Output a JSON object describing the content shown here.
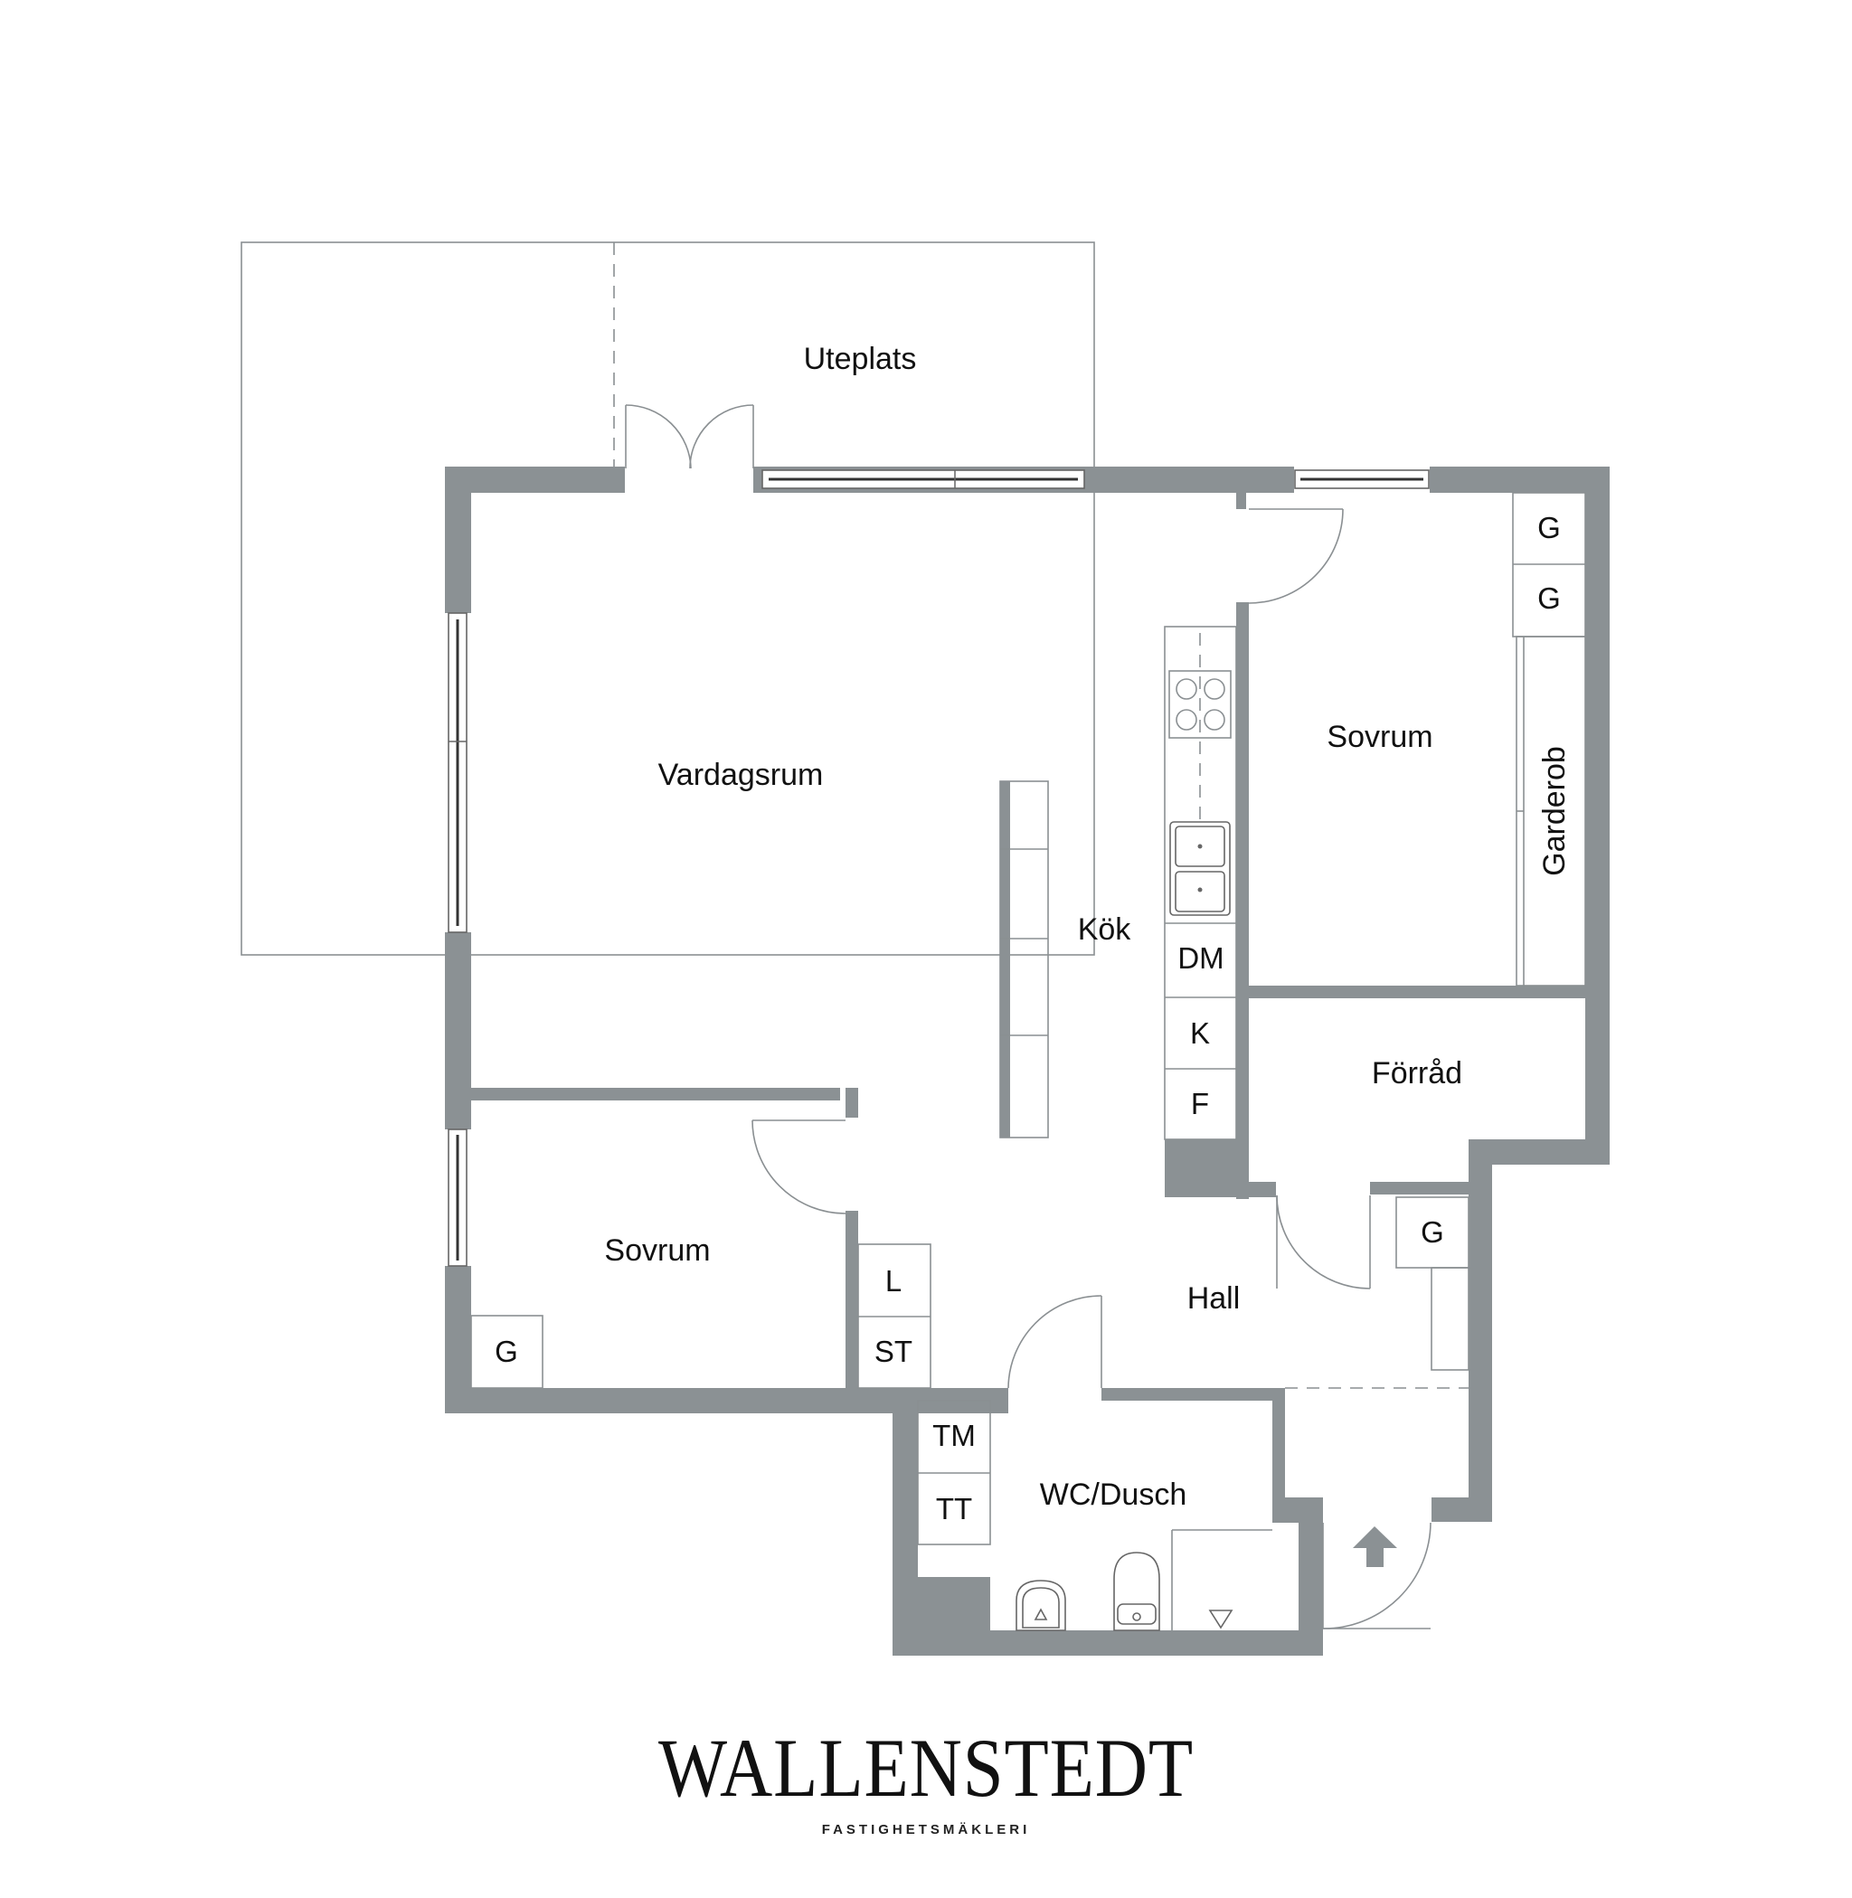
{
  "colors": {
    "wall": "#8b9194",
    "line": "#8a8f92",
    "text": "#111111",
    "background": "#ffffff"
  },
  "rooms": {
    "uteplats": "Uteplats",
    "vardagsrum": "Vardagsrum",
    "kok": "Kök",
    "sovrum_right": "Sovrum",
    "sovrum_left": "Sovrum",
    "forrad": "Förråd",
    "hall": "Hall",
    "wc_dusch": "WC/Dusch",
    "garderob": "Garderob"
  },
  "fixtures": {
    "g_top_1": "G",
    "g_top_2": "G",
    "dm": "DM",
    "k": "K",
    "f": "F",
    "g_hall": "G",
    "l": "L",
    "st": "ST",
    "g_sovrum": "G",
    "tm": "TM",
    "tt": "TT"
  },
  "icons": {
    "entrance": "entrance-arrow-icon",
    "stove": "stove-icon",
    "sink": "sink-icon",
    "toilet": "toilet-icon",
    "washbasin": "washbasin-icon",
    "shower_drain": "shower-drain-icon"
  },
  "brand": {
    "name": "WALLENSTEDT",
    "subtitle": "FASTIGHETSMÄKLERI"
  }
}
